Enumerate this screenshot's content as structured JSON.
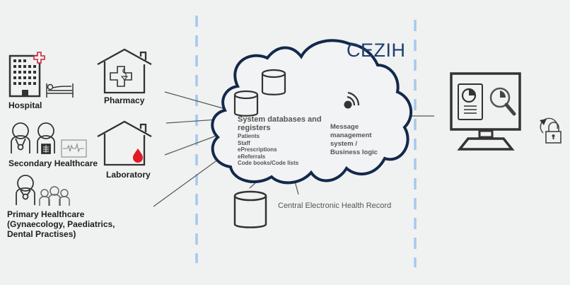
{
  "title": "CEZIH",
  "left_entities": {
    "hospital": "Hospital",
    "pharmacy": "Pharmacy",
    "secondary": "Secondary Healthcare",
    "laboratory": "Laboratory",
    "primary": [
      "Primary Healthcare",
      "(Gynaecology, Paediatrics,",
      "Dental Practises)"
    ]
  },
  "cloud": {
    "databases_title": [
      "System databases and",
      "registers"
    ],
    "databases_items": [
      "Patients",
      "Staff",
      "ePrescriptions",
      "eReferrals",
      "Code books/Code lists"
    ],
    "message_system": [
      "Message",
      "management",
      "system /",
      "Business logic"
    ]
  },
  "external_store": "Central Electronic Health Record",
  "colors": {
    "background": "#f0f1f1",
    "cloud_outline": "#13294b",
    "title": "#1d3f6e",
    "divider": "#a6c8ef",
    "accent_red": "#e01b24",
    "icon_stroke": "#333333"
  },
  "icons": [
    "hospital-icon",
    "hospital-bed-icon",
    "pharmacy-icon",
    "doctor-icon",
    "xray-patient-icon",
    "ecg-monitor-icon",
    "laboratory-icon",
    "family-icon",
    "database-icon",
    "signal-icon",
    "monitor-analytics-icon",
    "lock-refresh-icon"
  ]
}
